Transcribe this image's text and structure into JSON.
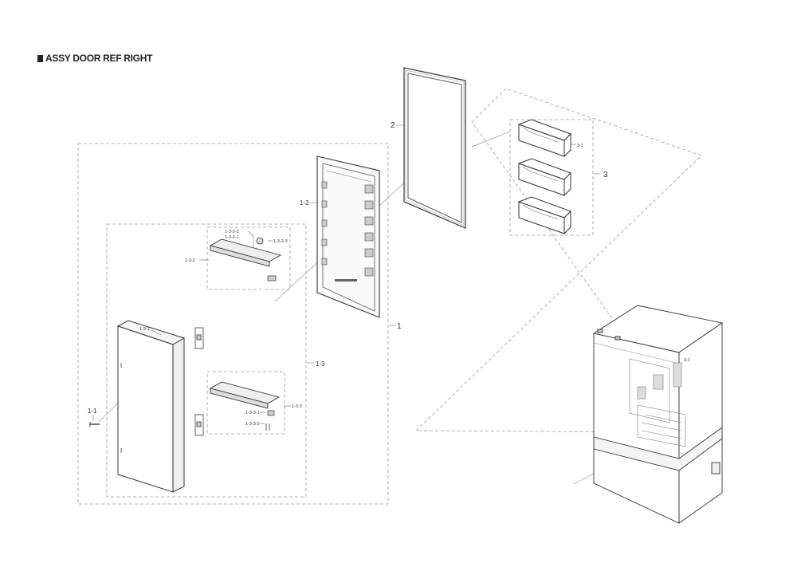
{
  "title": "ASSY DOOR REF RIGHT",
  "labels": {
    "p1": "1",
    "p1_1": "1-1",
    "p1_2": "1-2",
    "p1_3": "1-3",
    "p1_3_1": "1-3-1",
    "p1_3_2": "1-3-2",
    "p1_3_2_1": "1-3-2-1",
    "p1_3_2_2": "1-3-2-2",
    "p1_3_2_3": "1-3-2-3",
    "p1_3_3": "1-3-3",
    "p1_3_3_1": "1-3-3-1",
    "p1_3_3_2": "1-3-3-2",
    "p2": "2",
    "p3": "3",
    "p3_1": "3-1",
    "p3_fridge": "3-1"
  }
}
